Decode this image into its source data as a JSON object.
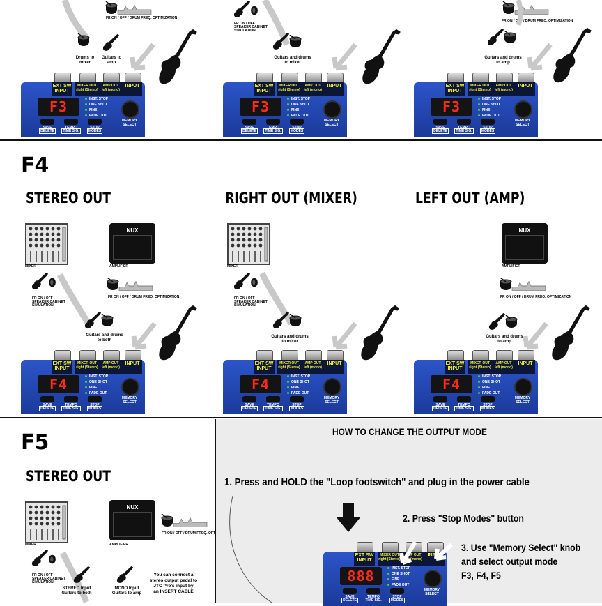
{
  "colors": {
    "pedal_blue": "#2350c8",
    "jack_label_bg": "#0b1638",
    "jack_label_text": "#f2ef2e",
    "display_red": "#ff2a1a",
    "led_green": "#3cd93c",
    "arrow_gray": "#c8c8c8",
    "panel_gray": "#ececec"
  },
  "pedal": {
    "jacks": [
      "EXT SW",
      "MIXER OUT",
      "AMP OUT",
      "INPUT"
    ],
    "jacks_sub": [
      "INPUT",
      "right (Stereo)",
      "left (mono)",
      ""
    ],
    "modes": [
      "INST. STOP",
      "ONE SHOT",
      "FINE",
      "FADE OUT"
    ],
    "memory": "MEMORY",
    "select": "SELECT",
    "buttons": [
      {
        "top": "SAVE",
        "bottom": "DELETE"
      },
      {
        "top": "TEMPO",
        "bottom": "TIME SIG."
      },
      {
        "top": "STOP",
        "bottom": "MODES"
      }
    ]
  },
  "labels": {
    "mixer": "MIXER",
    "amplifier": "AMPLIFIER",
    "amp_logo": "NUX",
    "fr_on_off": "FR ON / OFF",
    "speaker_cab": "SPEAKER CABINET",
    "simulation": "SIMULATION",
    "drum_opt": "DRUM FREQ. OPTIMIZATION"
  },
  "top": {
    "display": "F3",
    "panel1": {
      "drums_to": "Drums to",
      "mixer": "mixer",
      "guitars_to": "Guitars to",
      "amp": "amp"
    },
    "panel2": {
      "line1": "Guitars and drums",
      "line2": "to mixer"
    },
    "panel3": {
      "line1": "Guitars and drums",
      "line2": "to amp"
    }
  },
  "f4": {
    "letter": "F4",
    "display": "F4",
    "heads": [
      "STEREO OUT",
      "RIGHT OUT (MIXER)",
      "LEFT OUT (AMP)"
    ],
    "panel1": {
      "line1": "Guitars and drums",
      "line2": "to both"
    },
    "panel2": {
      "line1": "Guitars and drums",
      "line2": "to mixer"
    },
    "panel3": {
      "line1": "Guitars and drums",
      "line2": "to amp"
    }
  },
  "f5": {
    "letter": "F5",
    "head": "STEREO OUT",
    "stereo_input": "STEREO Input",
    "guitars_to_both": "Guitars to both",
    "mono_input": "MONO Input",
    "guitars_to_amp": "Guitars to amp",
    "note": [
      "You can connect a",
      "stereo output pedal to",
      "JTC Pro's input by",
      "an INSERT CABLE"
    ]
  },
  "how": {
    "title": "HOW TO CHANGE THE OUTPUT MODE",
    "step1": "1. Press and HOLD the \"Loop footswitch\" and plug in the power cable",
    "step2": "2. Press \"Stop Modes\" button",
    "step3": [
      "3. Use \"Memory Select\" knob",
      "and select output mode",
      "F3, F4, F5"
    ],
    "display": "888"
  }
}
